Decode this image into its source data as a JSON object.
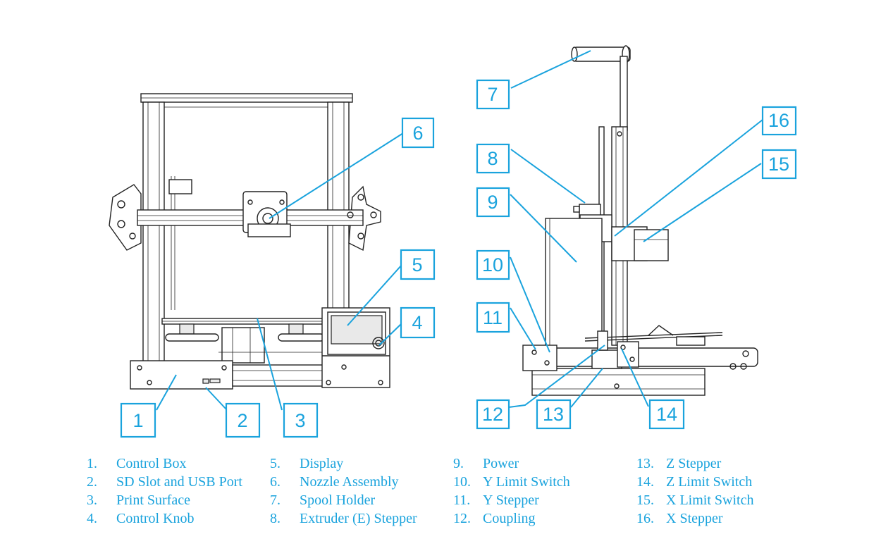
{
  "callouts": [
    {
      "num": "1"
    },
    {
      "num": "2"
    },
    {
      "num": "3"
    },
    {
      "num": "4"
    },
    {
      "num": "5"
    },
    {
      "num": "6"
    },
    {
      "num": "7"
    },
    {
      "num": "8"
    },
    {
      "num": "9"
    },
    {
      "num": "10"
    },
    {
      "num": "11"
    },
    {
      "num": "12"
    },
    {
      "num": "13"
    },
    {
      "num": "14"
    },
    {
      "num": "15"
    },
    {
      "num": "16"
    }
  ],
  "legend": [
    {
      "num": "1.",
      "label": "Control Box"
    },
    {
      "num": "2.",
      "label": "SD Slot and USB Port"
    },
    {
      "num": "3.",
      "label": "Print Surface"
    },
    {
      "num": "4.",
      "label": "Control Knob"
    },
    {
      "num": "5.",
      "label": "Display"
    },
    {
      "num": "6.",
      "label": "Nozzle Assembly"
    },
    {
      "num": "7.",
      "label": "Spool Holder"
    },
    {
      "num": "8.",
      "label": "Extruder (E) Stepper"
    },
    {
      "num": "9.",
      "label": "Power"
    },
    {
      "num": "10.",
      "label": "Y Limit Switch"
    },
    {
      "num": "11.",
      "label": "Y Stepper"
    },
    {
      "num": "12.",
      "label": "Coupling"
    },
    {
      "num": "13.",
      "label": "Z Stepper"
    },
    {
      "num": "14.",
      "label": "Z Limit Switch"
    },
    {
      "num": "15.",
      "label": "X Limit Switch"
    },
    {
      "num": "16.",
      "label": "X Stepper"
    }
  ],
  "colors": {
    "accent": "#1aa3dd",
    "line": "#222222"
  }
}
